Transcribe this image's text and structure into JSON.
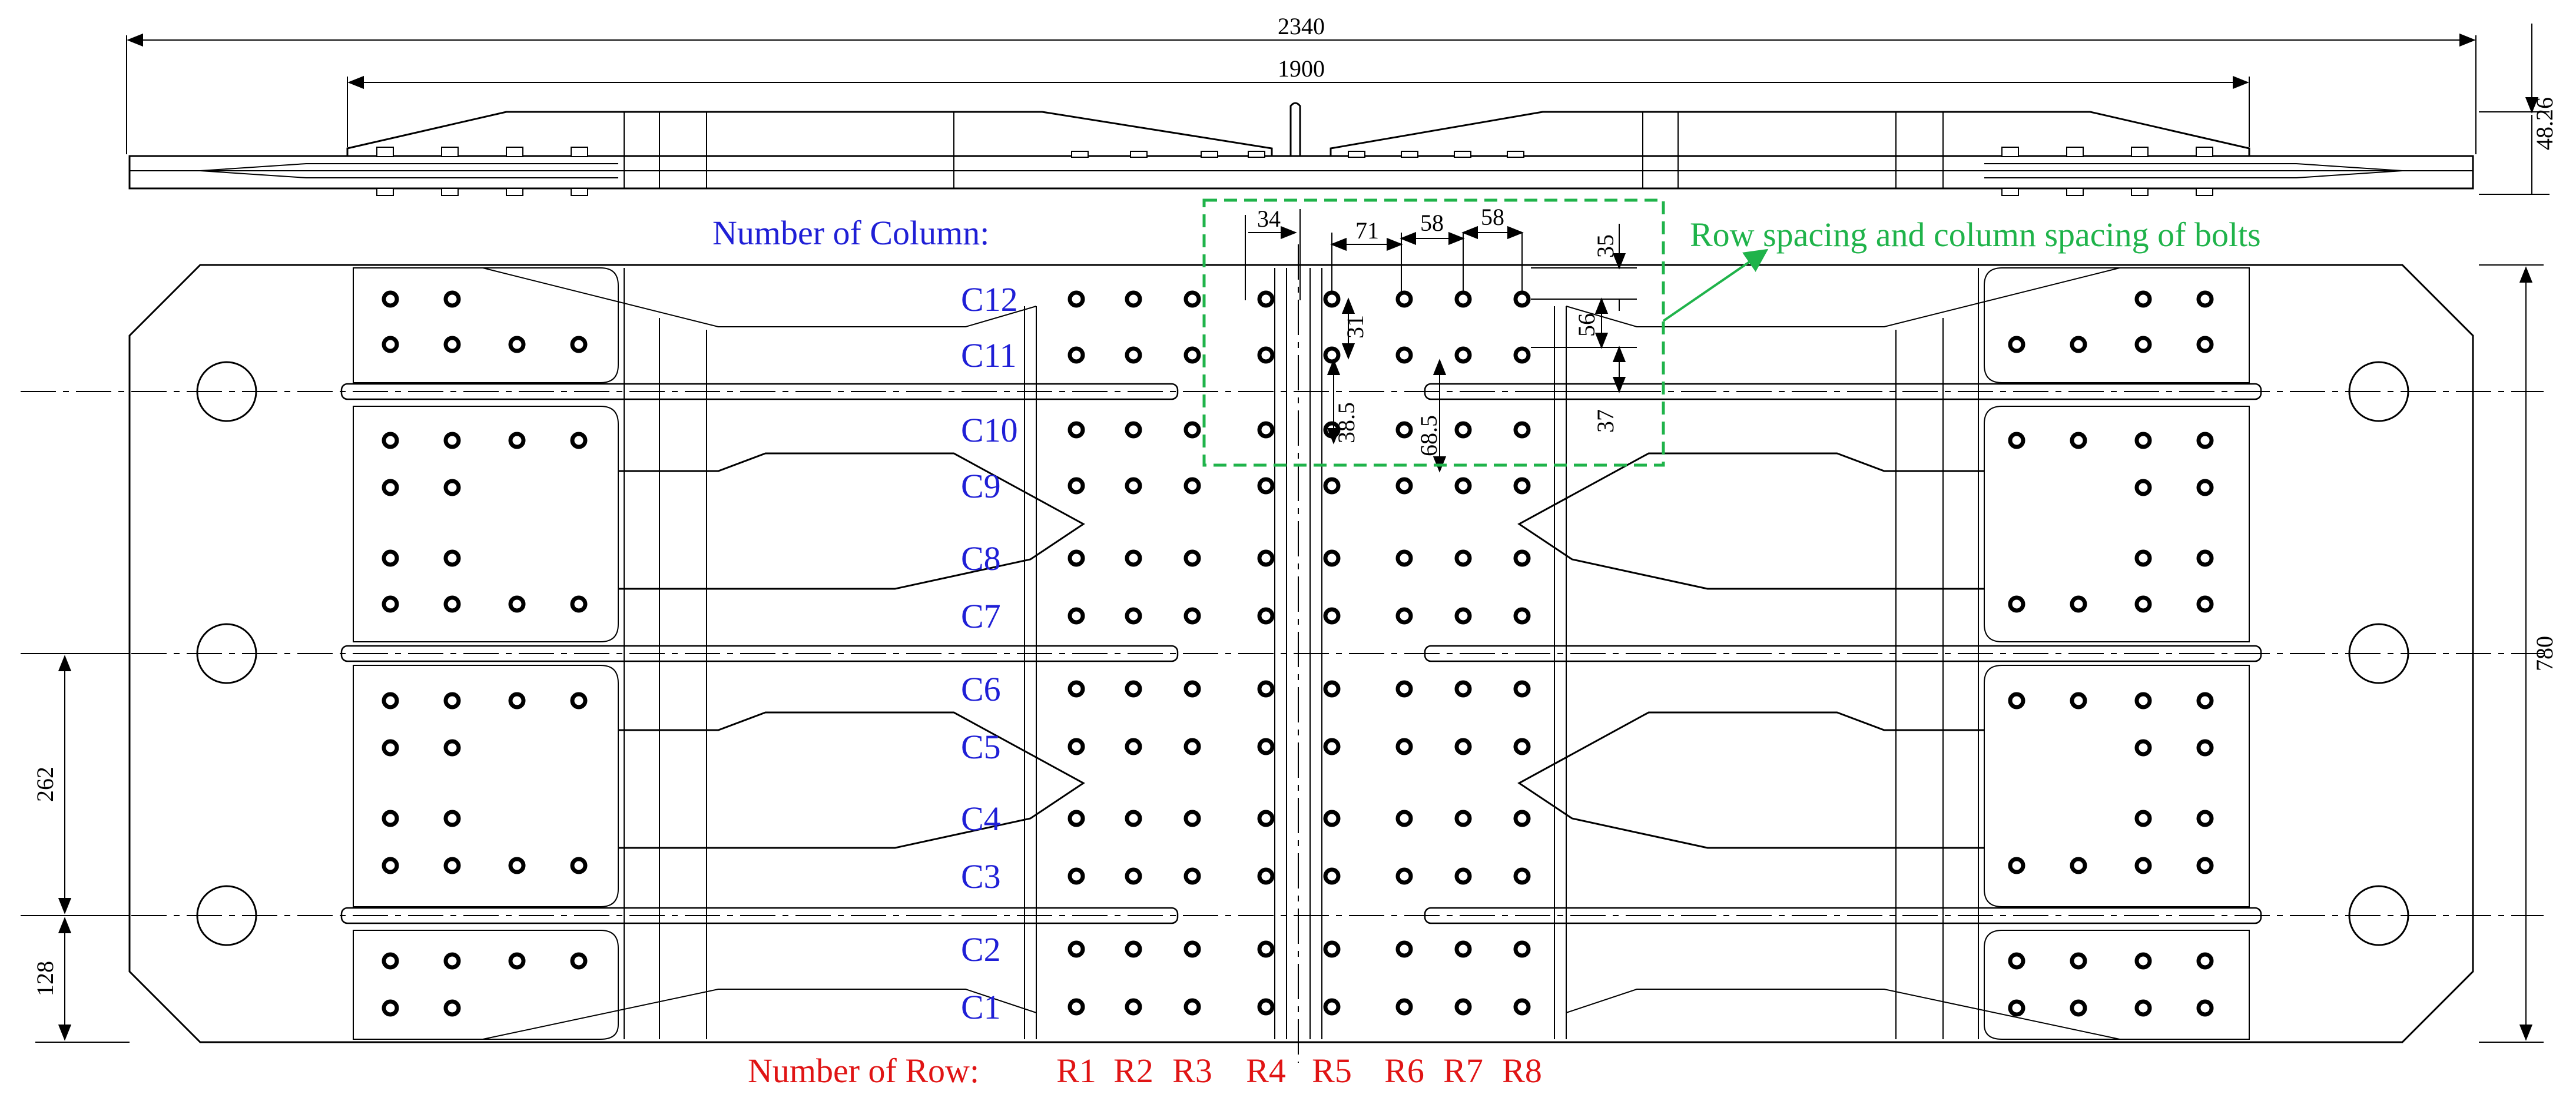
{
  "dimensions": {
    "overall_length": "2340",
    "flange_length": "1900",
    "height": "48.26",
    "width": "780",
    "side_left_upper": "262",
    "side_left_lower": "128",
    "spacing_34": "34",
    "spacing_71": "71",
    "spacing_58a": "58",
    "spacing_58b": "58",
    "spacing_35": "35",
    "spacing_31": "31",
    "spacing_56": "56",
    "spacing_37": "37",
    "spacing_38_5": "38.5",
    "spacing_68_5": "68.5"
  },
  "labels": {
    "column_title": "Number of Column:",
    "row_title": "Number of Row:",
    "callout": "Row spacing and column spacing of bolts"
  },
  "columns": [
    "C12",
    "C11",
    "C10",
    "C9",
    "C8",
    "C7",
    "C6",
    "C5",
    "C4",
    "C3",
    "C2",
    "C1"
  ],
  "rows": [
    "R1",
    "R2",
    "R3",
    "R4",
    "R5",
    "R6",
    "R7",
    "R8"
  ],
  "colors": {
    "line": "#000000",
    "column_labels": "#1f1fd6",
    "row_labels": "#e01414",
    "callout": "#1fb34a"
  }
}
